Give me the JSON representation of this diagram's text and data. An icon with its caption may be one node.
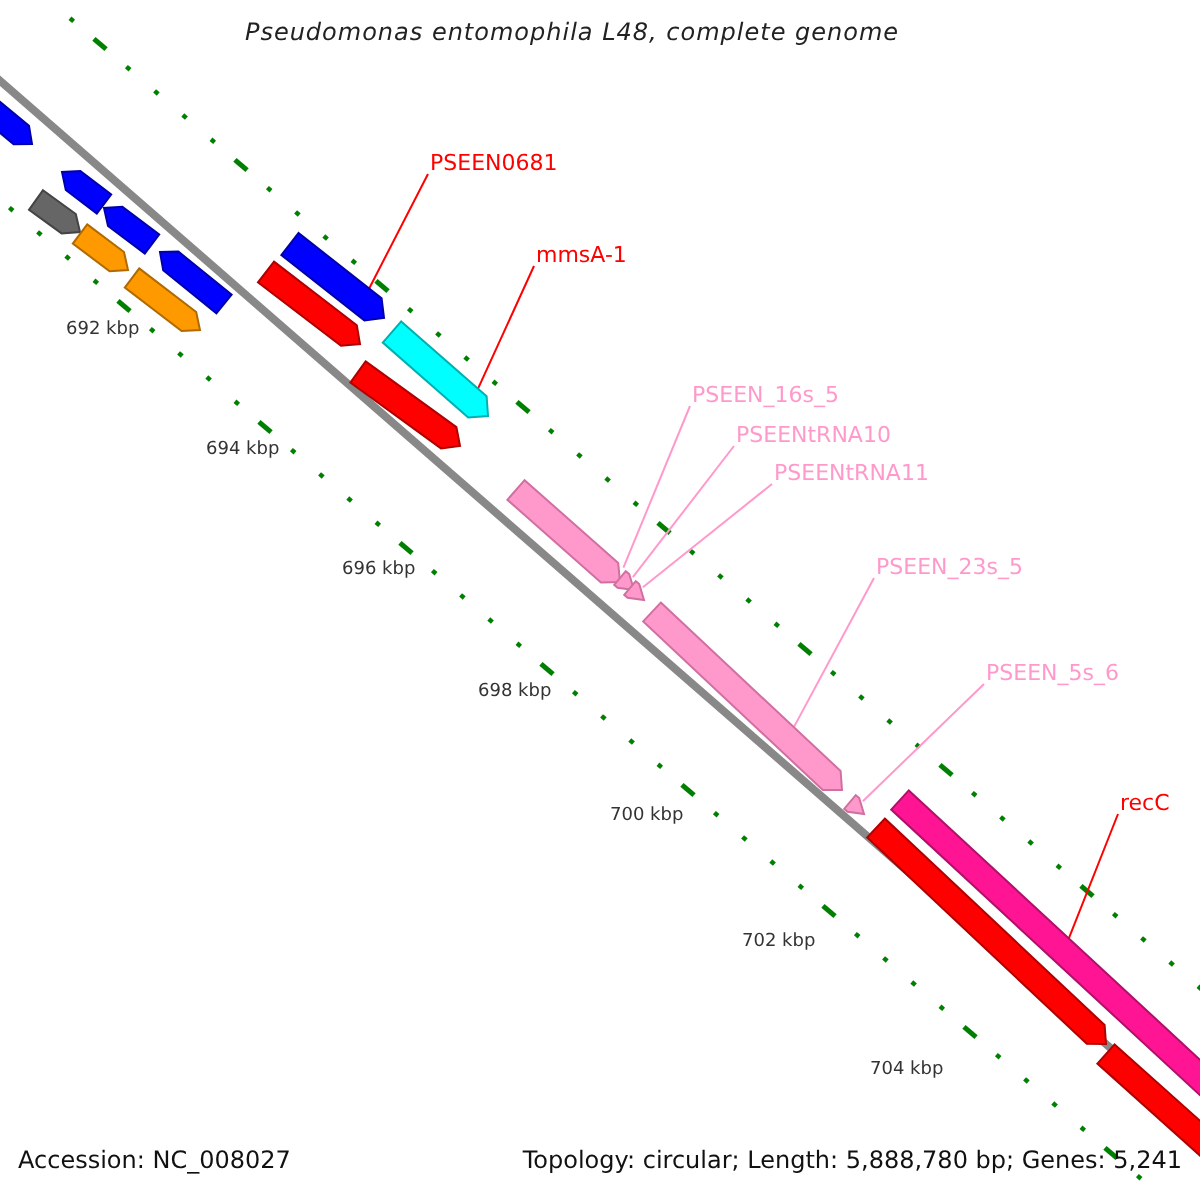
{
  "diagram": {
    "title": "Pseudomonas entomophila L48, complete genome",
    "nodes": [
      {
        "text": [
          "PSEEN0681"
        ]
      },
      {
        "text": [],
        "shape": "arrow"
      },
      {
        "text": [
          "mmsA-1"
        ]
      },
      {
        "text": [],
        "shape": "arrow"
      },
      {
        "text": [
          "PSEEN_16s_5"
        ]
      },
      {
        "text": [],
        "shape": "arrow"
      },
      {
        "text": [
          "PSEENtRNA10"
        ]
      },
      {
        "text": [],
        "shape": "arrow"
      },
      {
        "text": [
          "PSEENtRNA11"
        ]
      },
      {
        "text": [],
        "shape": "arrow"
      },
      {
        "text": [
          "PSEEN_23s_5"
        ]
      },
      {
        "text": [],
        "shape": "arrow"
      },
      {
        "text": [
          "PSEEN_5s_6"
        ]
      },
      {
        "text": [],
        "shape": "arrow"
      },
      {
        "text": [
          "recC"
        ]
      },
      {
        "text": [],
        "shape": "arrow"
      },
      {
        "text": [],
        "shape": "arrow"
      },
      {
        "text": [],
        "shape": "arrow"
      },
      {
        "text": [],
        "shape": "arrow"
      },
      {
        "text": [],
        "shape": "arrow"
      },
      {
        "text": [],
        "shape": "arrow"
      },
      {
        "text": [],
        "shape": "arrow"
      },
      {
        "text": [],
        "shape": "arrow"
      },
      {
        "text": [],
        "shape": "arrow"
      },
      {
        "text": [],
        "shape": "arrow"
      },
      {
        "text": [],
        "shape": "arrow"
      },
      {
        "text": [],
        "shape": "arrow"
      }
    ],
    "edges": [
      {
        "from": 0,
        "to": 1,
        "arrow": "none",
        "color": "#ff0000"
      },
      {
        "from": 2,
        "to": 3,
        "arrow": "none",
        "color": "#ff0000"
      },
      {
        "from": 4,
        "to": 5,
        "arrow": "none"
      },
      {
        "from": 6,
        "to": 7,
        "arrow": "none"
      },
      {
        "from": 8,
        "to": 9,
        "arrow": "none"
      },
      {
        "from": 10,
        "to": 11,
        "arrow": "none"
      },
      {
        "from": 12,
        "to": 13,
        "arrow": "none"
      },
      {
        "from": 14,
        "to": 15,
        "arrow": "none",
        "color": "#ff0000"
      }
    ],
    "labels": [
      "692 kbp",
      "694 kbp",
      "696 kbp",
      "698 kbp",
      "700 kbp",
      "702 kbp",
      "704 kbp",
      "Accession: NC_008027",
      "Topology: circular; Length: 5,888,780 bp; Genes: 5,241"
    ]
  }
}
